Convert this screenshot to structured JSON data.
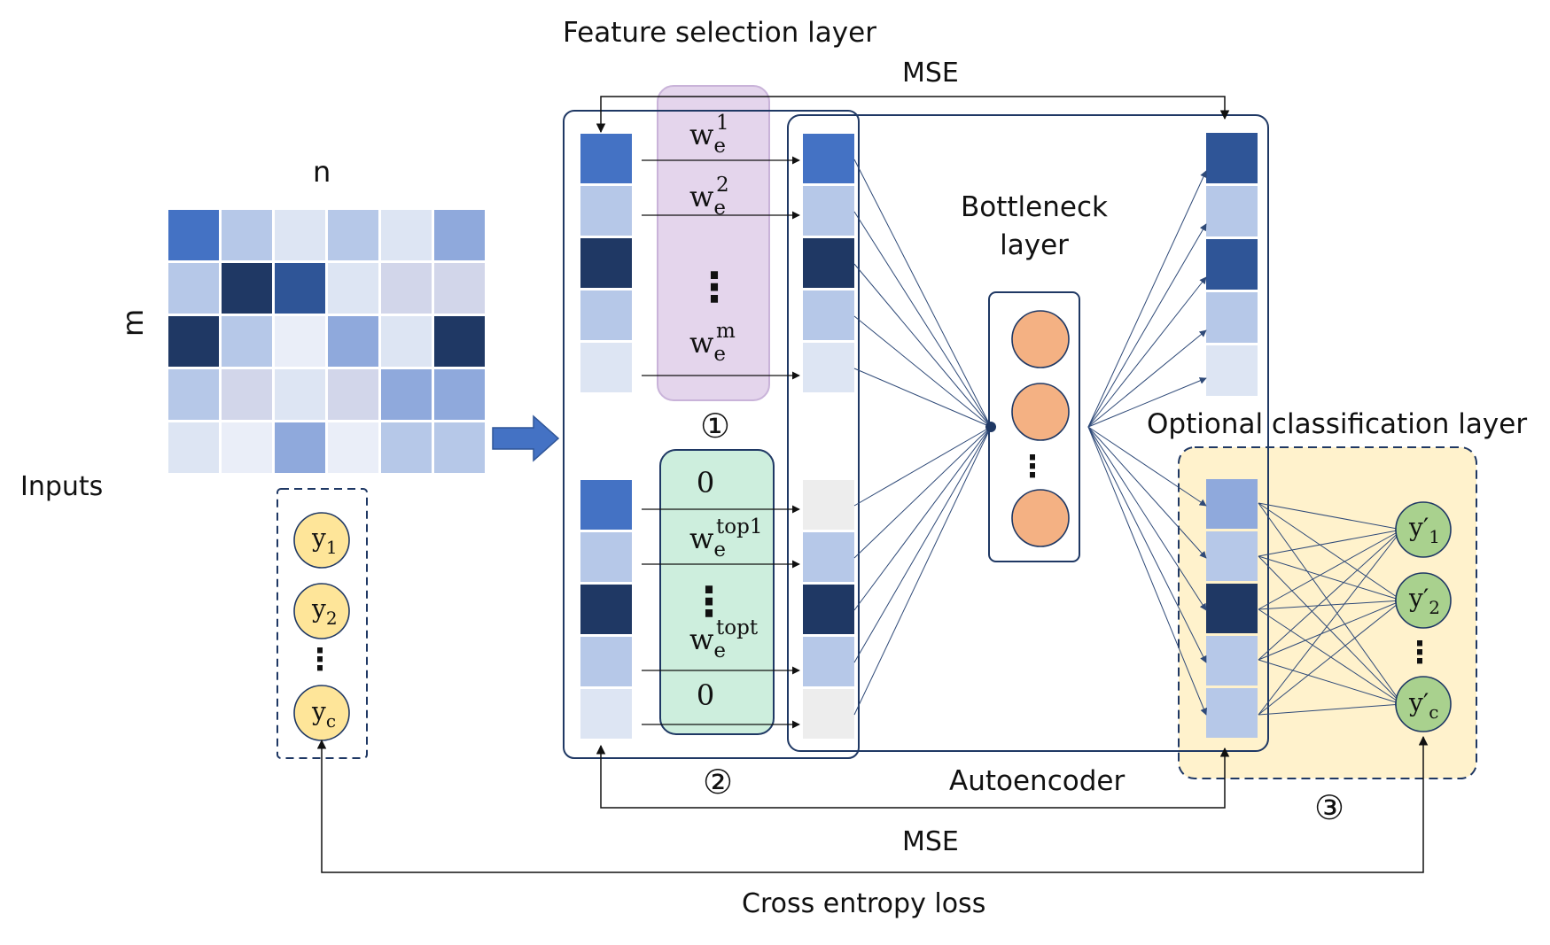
{
  "labels": {
    "feature_selection_title": "Feature selection layer",
    "mse_top": "MSE",
    "mse_bottom": "MSE",
    "matrix_cols": "n",
    "matrix_rows": "m",
    "inputs": "Inputs",
    "bottleneck_line1": "Bottleneck",
    "bottleneck_line2": "layer",
    "optional_classification": "Optional classification layer",
    "autoencoder": "Autoencoder",
    "cross_entropy": "Cross entropy loss",
    "step1": "①",
    "step2": "②",
    "step3": "③",
    "dots": "⋮"
  },
  "labels_y": [
    {
      "base": "y",
      "sub": "1"
    },
    {
      "base": "y",
      "sub": "2"
    },
    {
      "base": "y",
      "sub": "c"
    }
  ],
  "labels_yhat": [
    {
      "base": "y′",
      "sub": "1"
    },
    {
      "base": "y′",
      "sub": "2"
    },
    {
      "base": "y′",
      "sub": "c"
    }
  ],
  "weights_top": [
    {
      "base": "w",
      "sub": "e",
      "sup": "1"
    },
    {
      "base": "w",
      "sub": "e",
      "sup": "2"
    },
    {
      "base": "w",
      "sub": "e",
      "sup": "m"
    }
  ],
  "weights_bottom": [
    {
      "text": "0"
    },
    {
      "base": "w",
      "sub": "e",
      "sup": "top1"
    },
    {
      "base": "w",
      "sub": "e",
      "sup": "topt"
    },
    {
      "text": "0"
    }
  ],
  "colors": {
    "c0": "#dde5f3",
    "c1": "#b6c8e8",
    "c2": "#8fa9dc",
    "c3": "#4472c4",
    "c4": "#2f5597",
    "c5": "#1f3864",
    "c6": "#eaeef8",
    "c7": "#d2d6ea",
    "empty": "#ededed",
    "line": "#2f4a78",
    "box_border": "#1f3864",
    "purple_fill": "#e4d5ec",
    "purple_border": "#c9b3d9",
    "green_fill": "#cdeedd",
    "orange_node": "#f4b183",
    "yellow_node": "#fee599",
    "green_node": "#a9d18e",
    "optional_fill": "#fff2cc",
    "arrow_blue": "#4472c4"
  },
  "matrix": [
    [
      "c3",
      "c1",
      "c0",
      "c1",
      "c0",
      "c2"
    ],
    [
      "c1",
      "c5",
      "c4",
      "c0",
      "c7",
      "c7"
    ],
    [
      "c5",
      "c1",
      "c6",
      "c2",
      "c0",
      "c5"
    ],
    [
      "c1",
      "c7",
      "c0",
      "c7",
      "c2",
      "c2"
    ],
    [
      "c0",
      "c6",
      "c2",
      "c6",
      "c1",
      "c1"
    ]
  ],
  "col_input_top": [
    "c3",
    "c1",
    "c5",
    "c1",
    "c0"
  ],
  "col_input_bottom": [
    "c3",
    "c1",
    "c5",
    "c1",
    "c0"
  ],
  "col_selected_top": [
    "c3",
    "c1",
    "c5",
    "c1",
    "c0"
  ],
  "col_selected_bottom": [
    "empty",
    "c1",
    "c5",
    "c1",
    "empty"
  ],
  "col_output": [
    "c4",
    "c1",
    "c4",
    "c1",
    "c0"
  ],
  "col_class_input": [
    "c2",
    "c1",
    "c5",
    "c1",
    "c1"
  ]
}
